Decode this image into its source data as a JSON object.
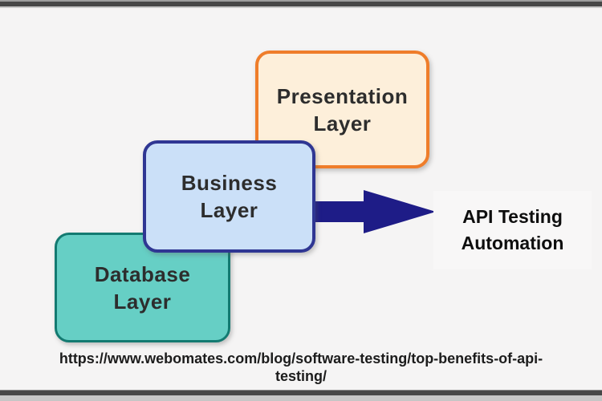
{
  "diagram": {
    "boxes": [
      {
        "id": "presentation-layer",
        "line1": "Presentation",
        "line2": "Layer"
      },
      {
        "id": "business-layer",
        "line1": "Business",
        "line2": "Layer"
      },
      {
        "id": "database-layer",
        "line1": "Database",
        "line2": "Layer"
      }
    ],
    "arrow_label": {
      "line1": "API Testing",
      "line2": "Automation"
    }
  },
  "footer": {
    "url_line1": "https://www.webomates.com/blog/software-testing/top-benefits-of-api-",
    "url_line2": "testing/"
  },
  "colors": {
    "canvas_bg": "#f5f4f4",
    "frame_dark_grey": "#474747",
    "frame_light_grey": "#c9c9c9",
    "presentation_fill": "#fdefda",
    "presentation_border": "#ef7d2a",
    "business_fill": "#cbe0f8",
    "business_border": "#2f3693",
    "database_fill": "#66cfc5",
    "database_border": "#137a71",
    "arrow": "#1e1c87",
    "label_text": "#2d2d2d",
    "url_text": "#1c1c1c"
  }
}
